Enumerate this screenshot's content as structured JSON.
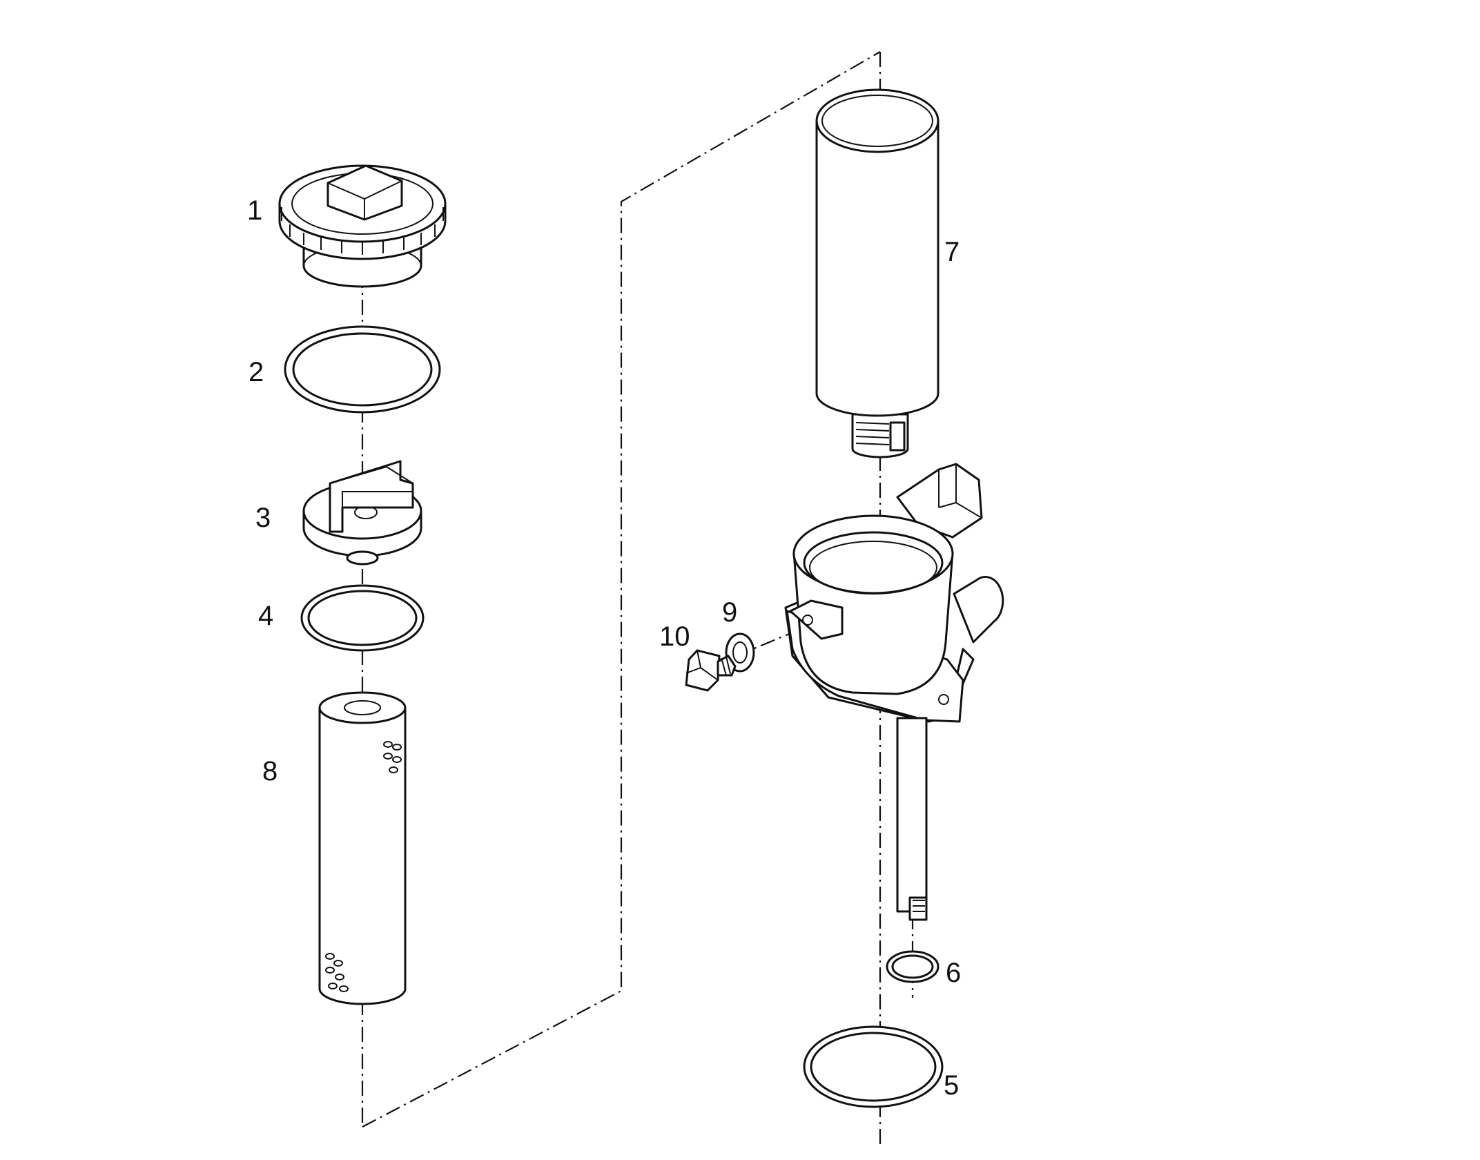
{
  "diagram": {
    "parts": [
      {
        "number": "1"
      },
      {
        "number": "2"
      },
      {
        "number": "3"
      },
      {
        "number": "4"
      },
      {
        "number": "5"
      },
      {
        "number": "6"
      },
      {
        "number": "7"
      },
      {
        "number": "8"
      },
      {
        "number": "9"
      },
      {
        "number": "10"
      }
    ]
  }
}
